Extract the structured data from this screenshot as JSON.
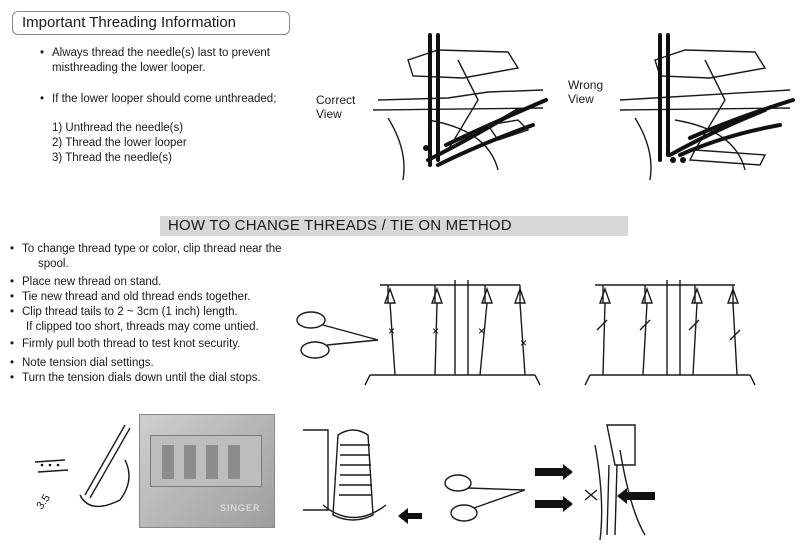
{
  "threading": {
    "title": "Important Threading Information",
    "bullets": [
      "Always thread the needle(s) last to prevent",
      "misthreading the lower looper.",
      "If the lower looper should come unthreaded;"
    ],
    "steps": [
      "1) Unthread the needle(s)",
      "2) Thread the lower looper",
      "3) Thread the needle(s)"
    ],
    "correct_label": [
      "Correct",
      "View"
    ],
    "wrong_label": [
      "Wrong",
      "View"
    ]
  },
  "change": {
    "title": "HOW TO CHANGE THREADS /  TIE ON METHOD",
    "items": [
      "To change thread type or color, clip thread near the",
      "spool.",
      "Place new thread on stand.",
      "Tie new thread and old thread ends together.",
      "Clip thread tails to 2 ~ 3cm (1 inch) length.",
      "If clipped too short, threads may come untied.",
      "Firmly pull both thread to test knot security.",
      "Note tension dial settings.",
      "Turn the tension dials down until the dial stops."
    ]
  },
  "figure_text": {
    "dial_value": "3.5",
    "brand": "SINGER"
  }
}
